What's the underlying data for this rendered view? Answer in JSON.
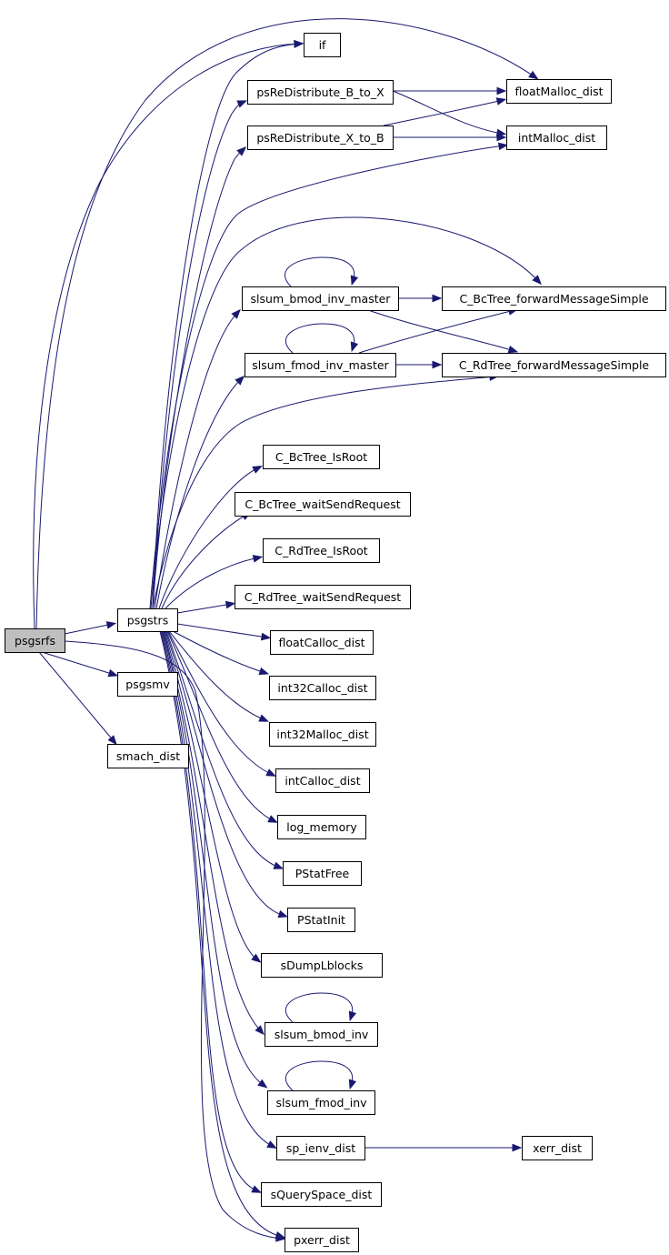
{
  "diagram": {
    "colors": {
      "edge": "#191970",
      "root_fill": "#bfbfbf",
      "node_fill": "#ffffff",
      "node_border": "#000000"
    },
    "nodes": [
      {
        "id": "psgsrfs",
        "label": "psgsrfs",
        "root": true
      },
      {
        "id": "psgstrs",
        "label": "psgstrs"
      },
      {
        "id": "psgsmv",
        "label": "psgsmv"
      },
      {
        "id": "smach_dist",
        "label": "smach_dist"
      },
      {
        "id": "if",
        "label": "if"
      },
      {
        "id": "psReB",
        "label": "psReDistribute_B_to_X"
      },
      {
        "id": "psReX",
        "label": "psReDistribute_X_to_B"
      },
      {
        "id": "floatMalloc",
        "label": "floatMalloc_dist"
      },
      {
        "id": "intMalloc",
        "label": "intMalloc_dist"
      },
      {
        "id": "bmodMaster",
        "label": "slsum_bmod_inv_master"
      },
      {
        "id": "fmodMaster",
        "label": "slsum_fmod_inv_master"
      },
      {
        "id": "bcFwd",
        "label": "C_BcTree_forwardMessageSimple"
      },
      {
        "id": "rdFwd",
        "label": "C_RdTree_forwardMessageSimple"
      },
      {
        "id": "bcRoot",
        "label": "C_BcTree_IsRoot"
      },
      {
        "id": "bcWait",
        "label": "C_BcTree_waitSendRequest"
      },
      {
        "id": "rdRoot",
        "label": "C_RdTree_IsRoot"
      },
      {
        "id": "rdWait",
        "label": "C_RdTree_waitSendRequest"
      },
      {
        "id": "floatCalloc",
        "label": "floatCalloc_dist"
      },
      {
        "id": "int32Calloc",
        "label": "int32Calloc_dist"
      },
      {
        "id": "int32Malloc",
        "label": "int32Malloc_dist"
      },
      {
        "id": "intCalloc",
        "label": "intCalloc_dist"
      },
      {
        "id": "logMem",
        "label": "log_memory"
      },
      {
        "id": "pstatFree",
        "label": "PStatFree"
      },
      {
        "id": "pstatInit",
        "label": "PStatInit"
      },
      {
        "id": "sDump",
        "label": "sDumpLblocks"
      },
      {
        "id": "bmodInv",
        "label": "slsum_bmod_inv"
      },
      {
        "id": "fmodInv",
        "label": "slsum_fmod_inv"
      },
      {
        "id": "spIenv",
        "label": "sp_ienv_dist"
      },
      {
        "id": "xerr",
        "label": "xerr_dist"
      },
      {
        "id": "sQuery",
        "label": "sQuerySpace_dist"
      },
      {
        "id": "pxerr",
        "label": "pxerr_dist"
      }
    ],
    "edges": [
      {
        "from": "psgsrfs",
        "to": "psgstrs"
      },
      {
        "from": "psgsrfs",
        "to": "psgsmv"
      },
      {
        "from": "psgsrfs",
        "to": "smach_dist"
      },
      {
        "from": "psgsrfs",
        "to": "if"
      },
      {
        "from": "psgsrfs",
        "to": "floatMalloc"
      },
      {
        "from": "psgsrfs",
        "to": "pxerr"
      },
      {
        "from": "psgstrs",
        "to": "if"
      },
      {
        "from": "psgstrs",
        "to": "psReB"
      },
      {
        "from": "psgstrs",
        "to": "psReX"
      },
      {
        "from": "psgstrs",
        "to": "intMalloc"
      },
      {
        "from": "psgstrs",
        "to": "bcFwd"
      },
      {
        "from": "psgstrs",
        "to": "bmodMaster"
      },
      {
        "from": "psgstrs",
        "to": "fmodMaster"
      },
      {
        "from": "psgstrs",
        "to": "rdFwd"
      },
      {
        "from": "psgstrs",
        "to": "bcRoot"
      },
      {
        "from": "psgstrs",
        "to": "bcWait"
      },
      {
        "from": "psgstrs",
        "to": "rdRoot"
      },
      {
        "from": "psgstrs",
        "to": "rdWait"
      },
      {
        "from": "psgstrs",
        "to": "floatCalloc"
      },
      {
        "from": "psgstrs",
        "to": "int32Calloc"
      },
      {
        "from": "psgstrs",
        "to": "int32Malloc"
      },
      {
        "from": "psgstrs",
        "to": "intCalloc"
      },
      {
        "from": "psgstrs",
        "to": "logMem"
      },
      {
        "from": "psgstrs",
        "to": "pstatFree"
      },
      {
        "from": "psgstrs",
        "to": "pstatInit"
      },
      {
        "from": "psgstrs",
        "to": "sDump"
      },
      {
        "from": "psgstrs",
        "to": "bmodInv"
      },
      {
        "from": "psgstrs",
        "to": "fmodInv"
      },
      {
        "from": "psgstrs",
        "to": "spIenv"
      },
      {
        "from": "psgstrs",
        "to": "sQuery"
      },
      {
        "from": "psgstrs",
        "to": "pxerr"
      },
      {
        "from": "psReB",
        "to": "floatMalloc"
      },
      {
        "from": "psReB",
        "to": "intMalloc"
      },
      {
        "from": "psReX",
        "to": "floatMalloc"
      },
      {
        "from": "psReX",
        "to": "intMalloc"
      },
      {
        "from": "bmodMaster",
        "to": "bmodMaster"
      },
      {
        "from": "bmodMaster",
        "to": "bcFwd"
      },
      {
        "from": "bmodMaster",
        "to": "rdFwd"
      },
      {
        "from": "fmodMaster",
        "to": "fmodMaster"
      },
      {
        "from": "fmodMaster",
        "to": "bcFwd"
      },
      {
        "from": "fmodMaster",
        "to": "rdFwd"
      },
      {
        "from": "bmodInv",
        "to": "bmodInv"
      },
      {
        "from": "fmodInv",
        "to": "fmodInv"
      },
      {
        "from": "spIenv",
        "to": "xerr"
      }
    ]
  }
}
